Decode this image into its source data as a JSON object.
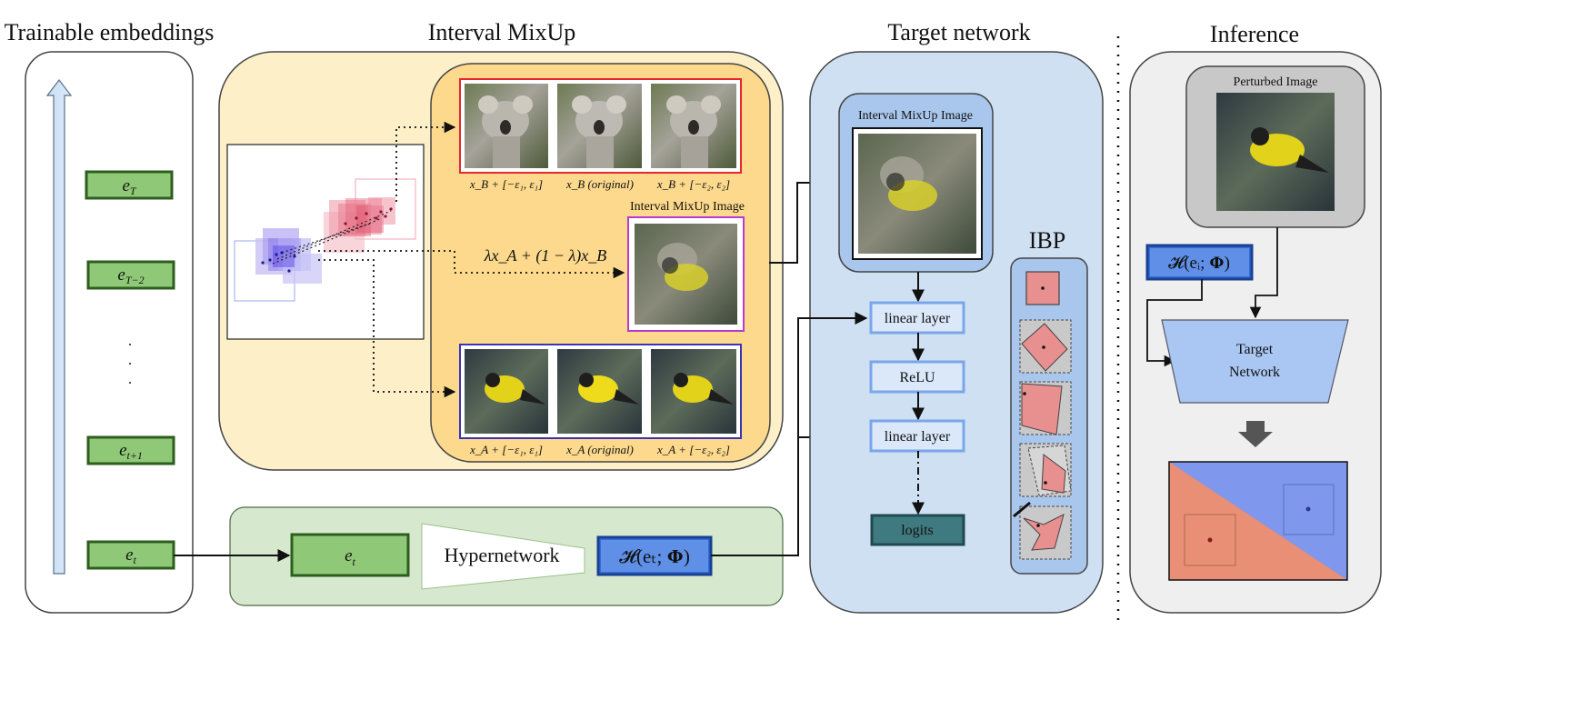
{
  "titles": {
    "trainable_embeddings": "Trainable embeddings",
    "interval_mixup": "Interval MixUp",
    "target_network": "Target network",
    "inference": "Inference",
    "ibp": "IBP"
  },
  "embeddings": [
    {
      "base": "e",
      "sub": "T"
    },
    {
      "base": "e",
      "sub": "T−2"
    },
    {
      "base": "e",
      "sub": "t+1"
    },
    {
      "base": "e",
      "sub": "t"
    }
  ],
  "ellipsis": "·  ·  ·",
  "hyper_row": {
    "embedding_base": "e",
    "embedding_sub": "t",
    "hypernetwork_label": "Hypernetwork",
    "output_label": "𝓗(eₜ; 𝚽)"
  },
  "mixup": {
    "b_captions": [
      "x_B + [−ε₁, ε₁]",
      "x_B (original)",
      "x_B + [−ε₂, ε₂]"
    ],
    "a_captions": [
      "x_A + [−ε₁, ε₁]",
      "x_A (original)",
      "x_A + [−ε₂, ε₂]"
    ],
    "mixup_image_label": "Interval MixUp Image",
    "formula": "λx_A + (1 − λ)x_B"
  },
  "target": {
    "mixup_image_label": "Interval MixUp Image",
    "layers": [
      "linear layer",
      "ReLU",
      "linear layer"
    ],
    "logits": "logits"
  },
  "inference": {
    "perturbed_label": "Perturbed Image",
    "hyper_label": "𝓗(eᵢ; 𝚽)",
    "target_label_1": "Target",
    "target_label_2": "Network"
  },
  "colors": {
    "emb_fill": "#8fc877",
    "emb_stroke": "#2d5e1f",
    "mixup_outer": "#fdefc8",
    "mixup_inner": "#fcd98c",
    "target_bg": "#cfe0f3",
    "layer_fill": "#dbe8fa",
    "layer_stroke": "#7aa6ea",
    "logits_fill": "#3f7a80",
    "inference_bg": "#efefef",
    "hyper_fill": "#2f6fd6",
    "red_frame": "#e8262c",
    "blue_frame": "#3934b4",
    "purple_frame": "#b83ad0",
    "salmon": "#e88f75",
    "periwinkle": "#7f98ee"
  }
}
